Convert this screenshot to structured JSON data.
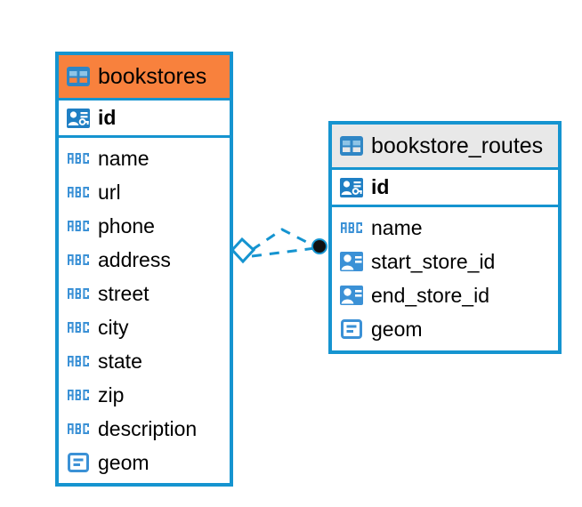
{
  "diagram": {
    "type": "entity-relationship-diagram",
    "background_color": "#ffffff",
    "accent_color": "#1594d0",
    "entities": [
      {
        "name": "bookstores",
        "header_color": "#f8813d",
        "icon": "table-icon",
        "fields": [
          {
            "name": "id",
            "icon": "primary-key-icon",
            "bold": true
          },
          {
            "name": "name",
            "icon": "abc-text-icon",
            "bold": false
          },
          {
            "name": "url",
            "icon": "abc-text-icon",
            "bold": false
          },
          {
            "name": "phone",
            "icon": "abc-text-icon",
            "bold": false
          },
          {
            "name": "address",
            "icon": "abc-text-icon",
            "bold": false
          },
          {
            "name": "street",
            "icon": "abc-text-icon",
            "bold": false
          },
          {
            "name": "city",
            "icon": "abc-text-icon",
            "bold": false
          },
          {
            "name": "state",
            "icon": "abc-text-icon",
            "bold": false
          },
          {
            "name": "zip",
            "icon": "abc-text-icon",
            "bold": false
          },
          {
            "name": "description",
            "icon": "abc-text-icon",
            "bold": false
          },
          {
            "name": "geom",
            "icon": "geometry-icon",
            "bold": false
          }
        ]
      },
      {
        "name": "bookstore_routes",
        "header_color": "#e8e8e8",
        "icon": "table-icon",
        "fields": [
          {
            "name": "id",
            "icon": "primary-key-icon",
            "bold": true
          },
          {
            "name": "name",
            "icon": "abc-text-icon",
            "bold": false
          },
          {
            "name": "start_store_id",
            "icon": "foreign-key-icon",
            "bold": false
          },
          {
            "name": "end_store_id",
            "icon": "foreign-key-icon",
            "bold": false
          },
          {
            "name": "geom",
            "icon": "geometry-icon",
            "bold": false
          }
        ]
      }
    ],
    "relationship": {
      "from_entity": "bookstores",
      "to_entity": "bookstore_routes",
      "line_style": "dashed",
      "line_color": "#1594d0",
      "source_marker": "diamond",
      "target_marker": "filled-circle"
    }
  }
}
